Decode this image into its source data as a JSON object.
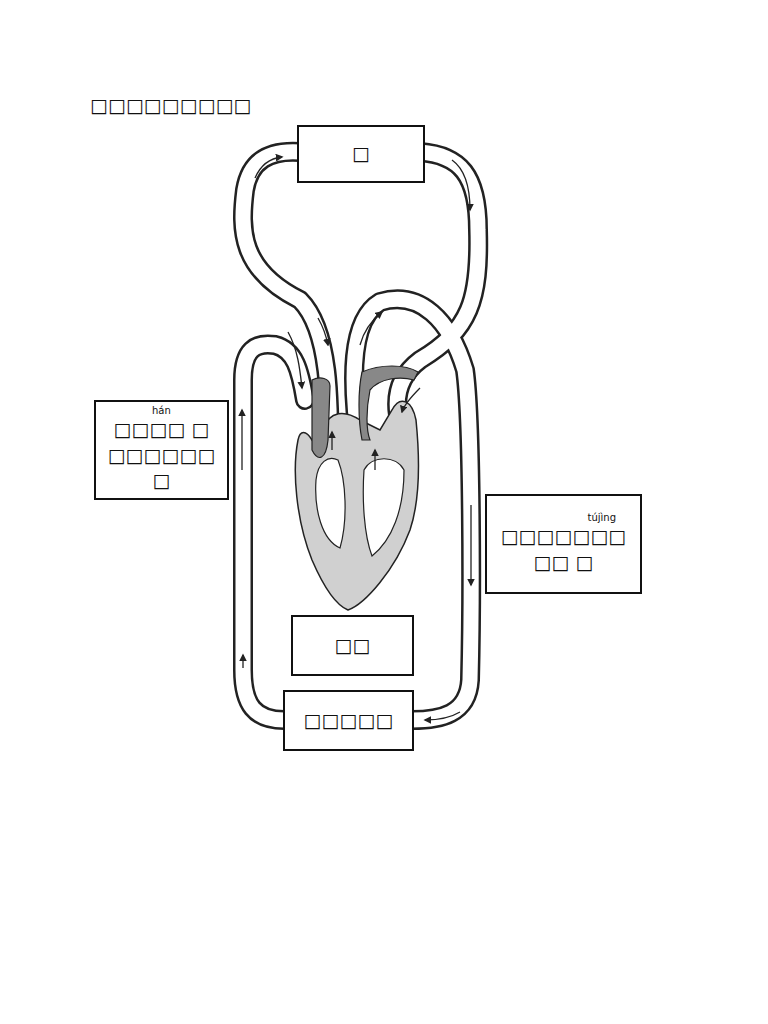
{
  "diagram": {
    "title": "□□□□□□□□□",
    "nodes": [
      {
        "text": [
          "□"
        ]
      },
      {
        "text": [
          "hán",
          "□□□□ □ □□□□□□ □"
        ]
      },
      {
        "text": [
          "tújìng",
          "□□□□□□□□□ □"
        ]
      },
      {
        "text": [
          "□□"
        ]
      },
      {
        "text": [
          "□□□□□"
        ]
      }
    ]
  }
}
